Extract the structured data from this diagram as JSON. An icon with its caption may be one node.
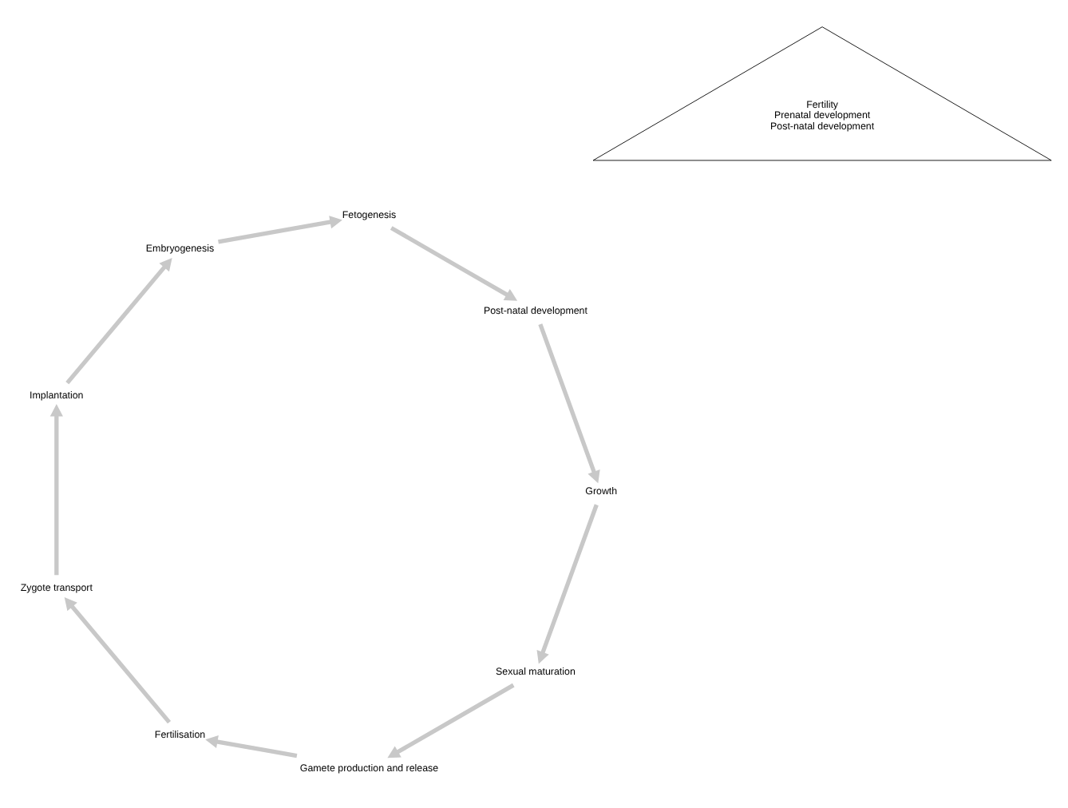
{
  "diagram": {
    "nodes": [
      {
        "text": [
          "Fertility",
          "Prenatal development",
          "Post-natal development"
        ]
      },
      {
        "text": [
          "Sexual maturation"
        ]
      },
      {
        "text": [
          "Gamete production and release"
        ]
      },
      {
        "text": [
          "Fertilisation"
        ]
      },
      {
        "text": [
          "Zygote transport"
        ]
      },
      {
        "text": [
          "Implantation"
        ]
      },
      {
        "text": [
          "Embryogenesis"
        ]
      },
      {
        "text": [
          "Fetogenesis"
        ]
      },
      {
        "text": [
          "Post-natal development"
        ]
      },
      {
        "text": [
          "Growth"
        ]
      }
    ],
    "edges": [
      {
        "from": 1,
        "to": 2,
        "arrow": "to"
      },
      {
        "from": 2,
        "to": 3,
        "arrow": "to"
      },
      {
        "from": 3,
        "to": 4,
        "arrow": "to"
      },
      {
        "from": 4,
        "to": 5,
        "arrow": "to"
      },
      {
        "from": 5,
        "to": 6,
        "arrow": "to"
      },
      {
        "from": 6,
        "to": 7,
        "arrow": "to"
      },
      {
        "from": 7,
        "to": 8,
        "arrow": "to"
      },
      {
        "from": 8,
        "to": 9,
        "arrow": "to"
      },
      {
        "from": 9,
        "to": 1,
        "arrow": "to"
      }
    ]
  }
}
